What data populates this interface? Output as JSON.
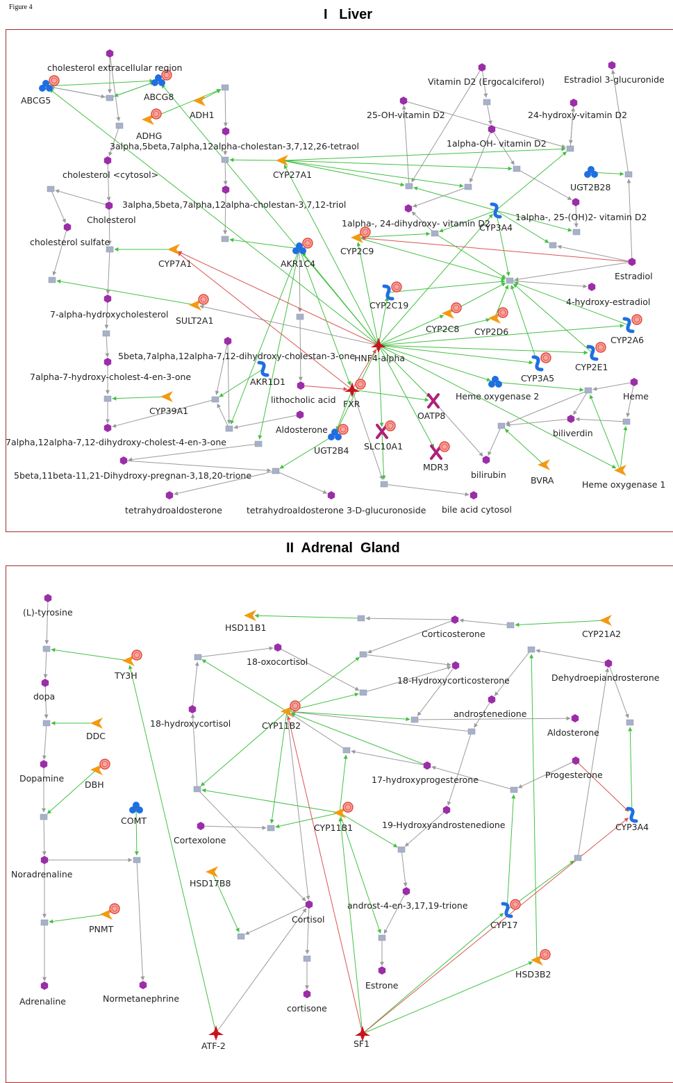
{
  "figure_label": "Figure 4",
  "panels": [
    {
      "id": "liver",
      "title": "I   Liver",
      "nodes": [
        {
          "id": "ABCG5",
          "label": "ABCG5",
          "kind": "complex",
          "mark": true
        },
        {
          "id": "ABCG8",
          "label": "ABCG8",
          "kind": "complex",
          "mark": true
        },
        {
          "id": "chol_ex",
          "label": "cholesterol extracellular region",
          "kind": "metabolite"
        },
        {
          "id": "ADH1",
          "label": "ADH1",
          "kind": "enzyme"
        },
        {
          "id": "ADHG",
          "label": "ADHG",
          "kind": "enzyme",
          "mark": true
        },
        {
          "id": "tetraol",
          "label": "3alpha,5beta,7alpha,12alpha-cholestan-3,7,12,26-tetraol",
          "kind": "metabolite"
        },
        {
          "id": "chol_cyt",
          "label": "cholesterol <cytosol>",
          "kind": "metabolite"
        },
        {
          "id": "CYP27A1",
          "label": "CYP27A1",
          "kind": "enzyme"
        },
        {
          "id": "triol",
          "label": "3alpha,5beta,7alpha,12alpha-cholestan-3,7,12-triol",
          "kind": "metabolite"
        },
        {
          "id": "Cholesterol",
          "label": "Cholesterol",
          "kind": "metabolite"
        },
        {
          "id": "chol_sulf",
          "label": "cholesterol sulfate",
          "kind": "metabolite"
        },
        {
          "id": "CYP7A1",
          "label": "CYP7A1",
          "kind": "enzyme"
        },
        {
          "id": "AKR1C4",
          "label": "AKR1C4",
          "kind": "complex",
          "mark": true
        },
        {
          "id": "SULT2A1",
          "label": "SULT2A1",
          "kind": "enzyme",
          "mark": true
        },
        {
          "id": "hydroxychol",
          "label": "7-alpha-hydroxycholesterol",
          "kind": "metabolite"
        },
        {
          "id": "dihydroxychol3one",
          "label": "5beta,7alpha,12alpha-7,12-dihydroxy-cholestan-3-one",
          "kind": "metabolite"
        },
        {
          "id": "cholest4en3one",
          "label": "7alpha-7-hydroxy-cholest-4-en-3-one",
          "kind": "metabolite"
        },
        {
          "id": "AKR1D1",
          "label": "AKR1D1",
          "kind": "receptor"
        },
        {
          "id": "CYP39A1",
          "label": "CYP39A1",
          "kind": "enzyme"
        },
        {
          "id": "lithocholic",
          "label": "lithocholic acid",
          "kind": "metabolite"
        },
        {
          "id": "dihydroxychol4en",
          "label": "7alpha,12alpha-7,12-dihydroxy-cholest-4-en-3-one",
          "kind": "metabolite"
        },
        {
          "id": "Aldosterone",
          "label": "Aldosterone",
          "kind": "metabolite"
        },
        {
          "id": "pregnan",
          "label": "5beta,11beta-11,21-Dihydroxy-pregnan-3,18,20-trione",
          "kind": "metabolite"
        },
        {
          "id": "UGT2B4",
          "label": "UGT2B4",
          "kind": "complex",
          "mark": true
        },
        {
          "id": "SLC10A1",
          "label": "SLC10A1",
          "kind": "transporter",
          "mark": true
        },
        {
          "id": "thaldo",
          "label": "tetrahydroaldosterone",
          "kind": "metabolite"
        },
        {
          "id": "thaldoglu",
          "label": "tetrahydroaldosterone 3-D-glucuronoside",
          "kind": "metabolite"
        },
        {
          "id": "bileacid",
          "label": "bile acid cytosol",
          "kind": "metabolite"
        },
        {
          "id": "FXR",
          "label": "FXR",
          "kind": "tf",
          "mark": true
        },
        {
          "id": "HNF4a",
          "label": "HNF4-alpha",
          "kind": "tf"
        },
        {
          "id": "OATP8",
          "label": "OATP8",
          "kind": "transporter"
        },
        {
          "id": "MDR3",
          "label": "MDR3",
          "kind": "transporter",
          "mark": true
        },
        {
          "id": "VitD2",
          "label": "Vitamin D2 (Ergocalciferol)",
          "kind": "metabolite"
        },
        {
          "id": "E3glu",
          "label": "Estradiol 3-glucuronide",
          "kind": "metabolite"
        },
        {
          "id": "OHvitD2",
          "label": "25-OH-vitamin D2",
          "kind": "metabolite"
        },
        {
          "id": "24hvitD2",
          "label": "24-hydroxy-vitamin D2",
          "kind": "metabolite"
        },
        {
          "id": "1aOHvitD2",
          "label": "1alpha-OH- vitamin D2",
          "kind": "metabolite"
        },
        {
          "id": "UGT2B28",
          "label": "UGT2B28",
          "kind": "complex"
        },
        {
          "id": "1a25",
          "label": "1alpha-, 25-(OH)2- vitamin D2",
          "kind": "metabolite"
        },
        {
          "id": "CYP3A4",
          "label": "CYP3A4",
          "kind": "receptor"
        },
        {
          "id": "1a24",
          "label": "1alpha-, 24-dihydroxy- vitamin D2",
          "kind": "metabolite"
        },
        {
          "id": "CYP2C9",
          "label": "CYP2C9",
          "kind": "enzyme",
          "mark": true
        },
        {
          "id": "Estradiol",
          "label": "Estradiol",
          "kind": "metabolite"
        },
        {
          "id": "CYP2C19",
          "label": "CYP2C19",
          "kind": "receptor",
          "mark": true
        },
        {
          "id": "4hest",
          "label": "4-hydroxy-estradiol",
          "kind": "metabolite"
        },
        {
          "id": "CYP2C8",
          "label": "CYP2C8",
          "kind": "enzyme",
          "mark": true
        },
        {
          "id": "CYP2D6",
          "label": "CYP2D6",
          "kind": "enzyme",
          "mark": true
        },
        {
          "id": "CYP2A6",
          "label": "CYP2A6",
          "kind": "receptor",
          "mark": true
        },
        {
          "id": "CYP3A5",
          "label": "CYP3A5",
          "kind": "receptor",
          "mark": true
        },
        {
          "id": "CYP2E1",
          "label": "CYP2E1",
          "kind": "receptor",
          "mark": true
        },
        {
          "id": "HO2",
          "label": "Heme oxygenase 2",
          "kind": "complex"
        },
        {
          "id": "Heme",
          "label": "Heme",
          "kind": "metabolite"
        },
        {
          "id": "biliverdin",
          "label": "biliverdin",
          "kind": "metabolite"
        },
        {
          "id": "bilirubin",
          "label": "bilirubin",
          "kind": "metabolite"
        },
        {
          "id": "BVRA",
          "label": "BVRA",
          "kind": "enzyme"
        },
        {
          "id": "HO1",
          "label": "Heme oxygenase 1",
          "kind": "enzyme"
        }
      ]
    },
    {
      "id": "adrenal",
      "title": "II  Adrenal  Gland",
      "nodes": [
        {
          "id": "tyrosine",
          "label": "(L)-tyrosine",
          "kind": "metabolite"
        },
        {
          "id": "TY3H",
          "label": "TY3H",
          "kind": "enzyme",
          "mark": true
        },
        {
          "id": "dopa",
          "label": "dopa",
          "kind": "metabolite"
        },
        {
          "id": "DDC",
          "label": "DDC",
          "kind": "enzyme"
        },
        {
          "id": "Dopamine",
          "label": "Dopamine",
          "kind": "metabolite"
        },
        {
          "id": "DBH",
          "label": "DBH",
          "kind": "enzyme",
          "mark": true
        },
        {
          "id": "COMT",
          "label": "COMT",
          "kind": "complex"
        },
        {
          "id": "Noradrenaline",
          "label": "Noradrenaline",
          "kind": "metabolite"
        },
        {
          "id": "PNMT",
          "label": "PNMT",
          "kind": "enzyme",
          "mark": true
        },
        {
          "id": "Adrenaline",
          "label": "Adrenaline",
          "kind": "metabolite"
        },
        {
          "id": "Normetanephrine",
          "label": "Normetanephrine",
          "kind": "metabolite"
        },
        {
          "id": "HSD11B1",
          "label": "HSD11B1",
          "kind": "enzyme"
        },
        {
          "id": "Corticosterone",
          "label": "Corticosterone",
          "kind": "metabolite"
        },
        {
          "id": "CYP21A2",
          "label": "CYP21A2",
          "kind": "enzyme"
        },
        {
          "id": "18oxo",
          "label": "18-oxocortisol",
          "kind": "metabolite"
        },
        {
          "id": "18HCS",
          "label": "18-Hydroxycorticosterone",
          "kind": "metabolite"
        },
        {
          "id": "DHEA",
          "label": "Dehydroepiandrosterone",
          "kind": "metabolite"
        },
        {
          "id": "18hc",
          "label": "18-hydroxycortisol",
          "kind": "metabolite"
        },
        {
          "id": "CYP11B2",
          "label": "CYP11B2",
          "kind": "enzyme",
          "mark": true
        },
        {
          "id": "androstenedione",
          "label": "androstenedione",
          "kind": "metabolite"
        },
        {
          "id": "AldosteroneA",
          "label": "Aldosterone",
          "kind": "metabolite"
        },
        {
          "id": "17hp",
          "label": "17-hydroxyprogesterone",
          "kind": "metabolite"
        },
        {
          "id": "Progesterone",
          "label": "Progesterone",
          "kind": "metabolite"
        },
        {
          "id": "Cortexolone",
          "label": "Cortexolone",
          "kind": "metabolite"
        },
        {
          "id": "CYP11B1",
          "label": "CYP11B1",
          "kind": "enzyme",
          "mark": true
        },
        {
          "id": "19h",
          "label": "19-Hydroxyandrostenedione",
          "kind": "metabolite"
        },
        {
          "id": "CYP3A4A",
          "label": "CYP3A4",
          "kind": "receptor"
        },
        {
          "id": "HSD17B8",
          "label": "HSD17B8",
          "kind": "enzyme"
        },
        {
          "id": "Cortisol",
          "label": "Cortisol",
          "kind": "metabolite"
        },
        {
          "id": "androst",
          "label": "androst-4-en-3,17,19-trione",
          "kind": "metabolite"
        },
        {
          "id": "CYP17",
          "label": "CYP17",
          "kind": "receptor",
          "mark": true
        },
        {
          "id": "HSD3B2",
          "label": "HSD3B2",
          "kind": "enzyme",
          "mark": true
        },
        {
          "id": "Estrone",
          "label": "Estrone",
          "kind": "metabolite"
        },
        {
          "id": "cortisone",
          "label": "cortisone",
          "kind": "metabolite"
        },
        {
          "id": "ATF2",
          "label": "ATF-2",
          "kind": "tf"
        },
        {
          "id": "SF1",
          "label": "SF1",
          "kind": "tf"
        }
      ]
    }
  ],
  "colors": {
    "panel_border": "#a52a2a",
    "metabolite": "#9b2ea8",
    "reaction": "#a7b1c8",
    "enzyme": "#f29a12",
    "complex": "#1f6fe0",
    "receptor": "#1f6fe0",
    "transporter": "#b0207a",
    "tf": "#c8141e",
    "mark_ring": "#e0443a",
    "mark_fill": "#f7a59d",
    "edge_activation": "#43c043",
    "edge_inhibition": "#d9534f",
    "edge_plain": "#9a9a9a"
  }
}
